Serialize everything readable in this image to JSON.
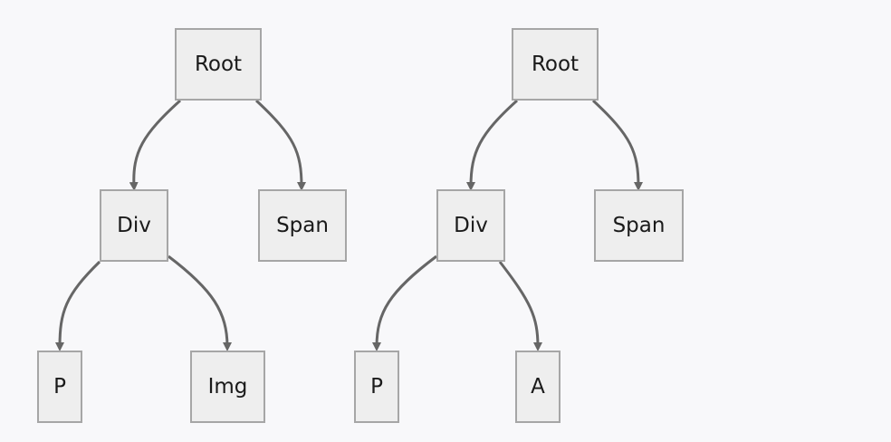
{
  "colors": {
    "background": "#f8f8fa",
    "node_fill": "#eeeeee",
    "node_border": "#a6a6a6",
    "edge": "#666666",
    "text": "#1a1a1a"
  },
  "trees": [
    {
      "root": {
        "label": "Root"
      },
      "div": {
        "label": "Div"
      },
      "span": {
        "label": "Span"
      },
      "div_child_1": {
        "label": "P"
      },
      "div_child_2": {
        "label": "Img"
      }
    },
    {
      "root": {
        "label": "Root"
      },
      "div": {
        "label": "Div"
      },
      "span": {
        "label": "Span"
      },
      "div_child_1": {
        "label": "P"
      },
      "div_child_2": {
        "label": "A"
      }
    }
  ]
}
